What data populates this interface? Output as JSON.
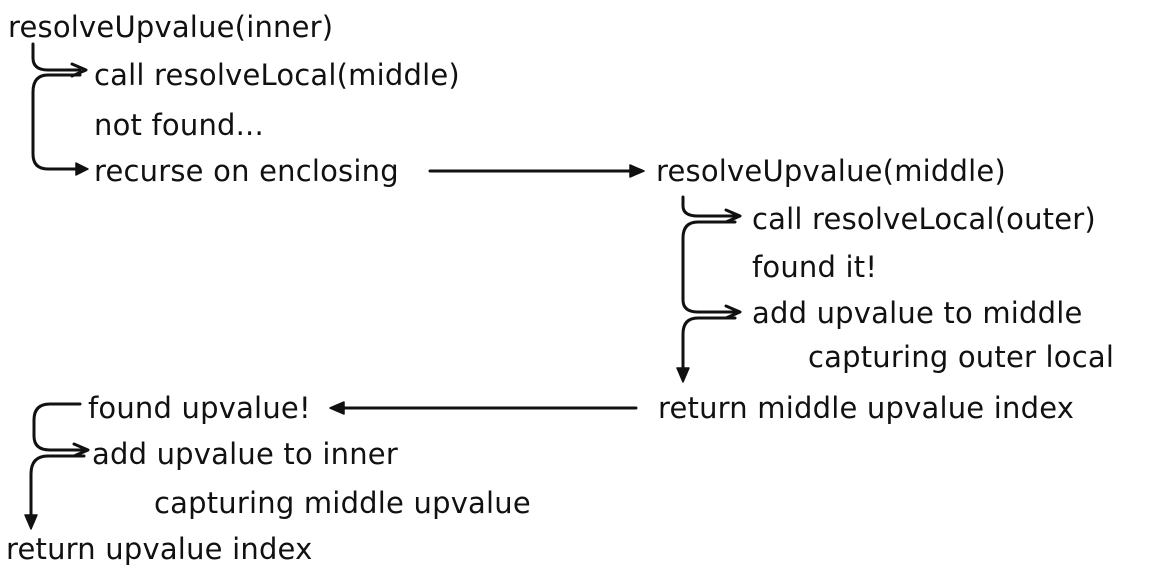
{
  "outer_call": {
    "header": "resolveUpvalue(inner)",
    "call_local": "call resolveLocal(middle)",
    "not_found": "not found...",
    "recurse": "recurse on enclosing",
    "found_upvalue": "found upvalue!",
    "add_upvalue": "add upvalue to inner",
    "capturing": "capturing middle upvalue",
    "return": "return upvalue index"
  },
  "inner_call": {
    "header": "resolveUpvalue(middle)",
    "call_local": "call resolveLocal(outer)",
    "found_it": "found it!",
    "add_upvalue": "add upvalue to middle",
    "capturing": "capturing outer local",
    "return": "return middle upvalue index"
  }
}
